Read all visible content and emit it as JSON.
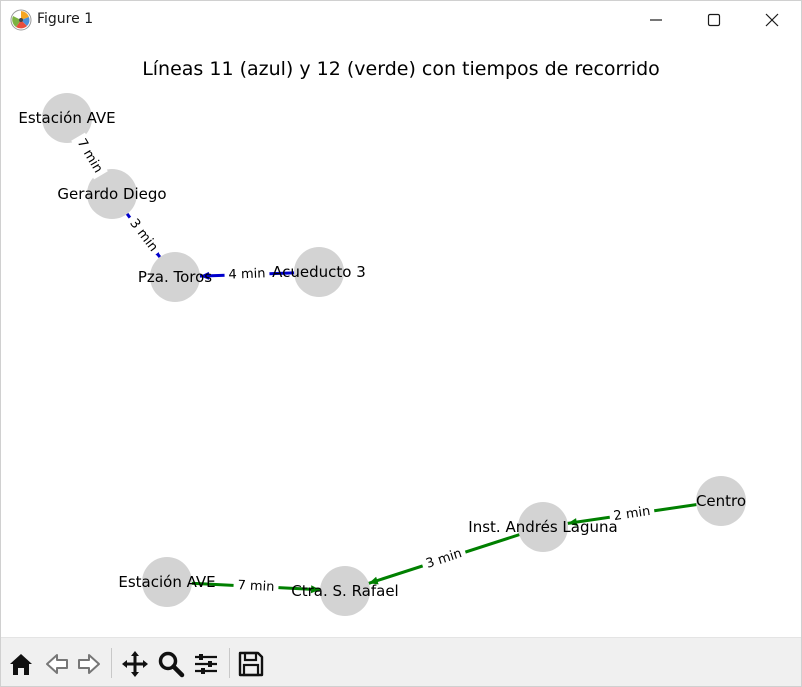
{
  "window": {
    "title": "Figure 1",
    "app_icon": "matplotlib-figure-icon",
    "controls": [
      "minimize-icon",
      "maximize-icon",
      "close-icon"
    ]
  },
  "figure": {
    "title": "Líneas 11 (azul) y 12 (verde) con tiempos de recorrido"
  },
  "colors": {
    "line_11": "#0000cc",
    "line_12": "#008000",
    "node_fill": "#d3d3d3",
    "text": "#000000",
    "edge_label_bg": "#ffffff"
  },
  "graph": {
    "nodes": [
      {
        "id": "l11_ave",
        "label": "Estación AVE",
        "line": "11"
      },
      {
        "id": "l11_gerardo",
        "label": "Gerardo Diego",
        "line": "11"
      },
      {
        "id": "l11_toros",
        "label": "Pza. Toros",
        "line": "11"
      },
      {
        "id": "l11_acueducto",
        "label": "Acueducto 3",
        "line": "11"
      },
      {
        "id": "l12_ave",
        "label": "Estación AVE",
        "line": "12"
      },
      {
        "id": "l12_rafael",
        "label": "Ctra. S. Rafael",
        "line": "12"
      },
      {
        "id": "l12_laguna",
        "label": "Inst. Andrés Laguna",
        "line": "12"
      },
      {
        "id": "l12_centro",
        "label": "Centro",
        "line": "12"
      }
    ],
    "edges": [
      {
        "source": "l11_ave",
        "target": "l11_gerardo",
        "label": "7 min",
        "line": "11"
      },
      {
        "source": "l11_gerardo",
        "target": "l11_toros",
        "label": "3 min",
        "line": "11"
      },
      {
        "source": "l11_acueducto",
        "target": "l11_toros",
        "label": "4 min",
        "line": "11"
      },
      {
        "source": "l12_ave",
        "target": "l12_rafael",
        "label": "7 min",
        "line": "12"
      },
      {
        "source": "l12_laguna",
        "target": "l12_rafael",
        "label": "3 min",
        "line": "12"
      },
      {
        "source": "l12_centro",
        "target": "l12_laguna",
        "label": "2 min",
        "line": "12"
      }
    ]
  },
  "toolbar": {
    "buttons": [
      {
        "name": "home-icon",
        "tooltip": "Home"
      },
      {
        "name": "back-icon",
        "tooltip": "Back"
      },
      {
        "name": "forward-icon",
        "tooltip": "Forward"
      },
      {
        "name": "pan-icon",
        "tooltip": "Pan"
      },
      {
        "name": "zoom-icon",
        "tooltip": "Zoom"
      },
      {
        "name": "configure-subplots-icon",
        "tooltip": "Subplots"
      },
      {
        "name": "save-icon",
        "tooltip": "Save"
      }
    ]
  }
}
